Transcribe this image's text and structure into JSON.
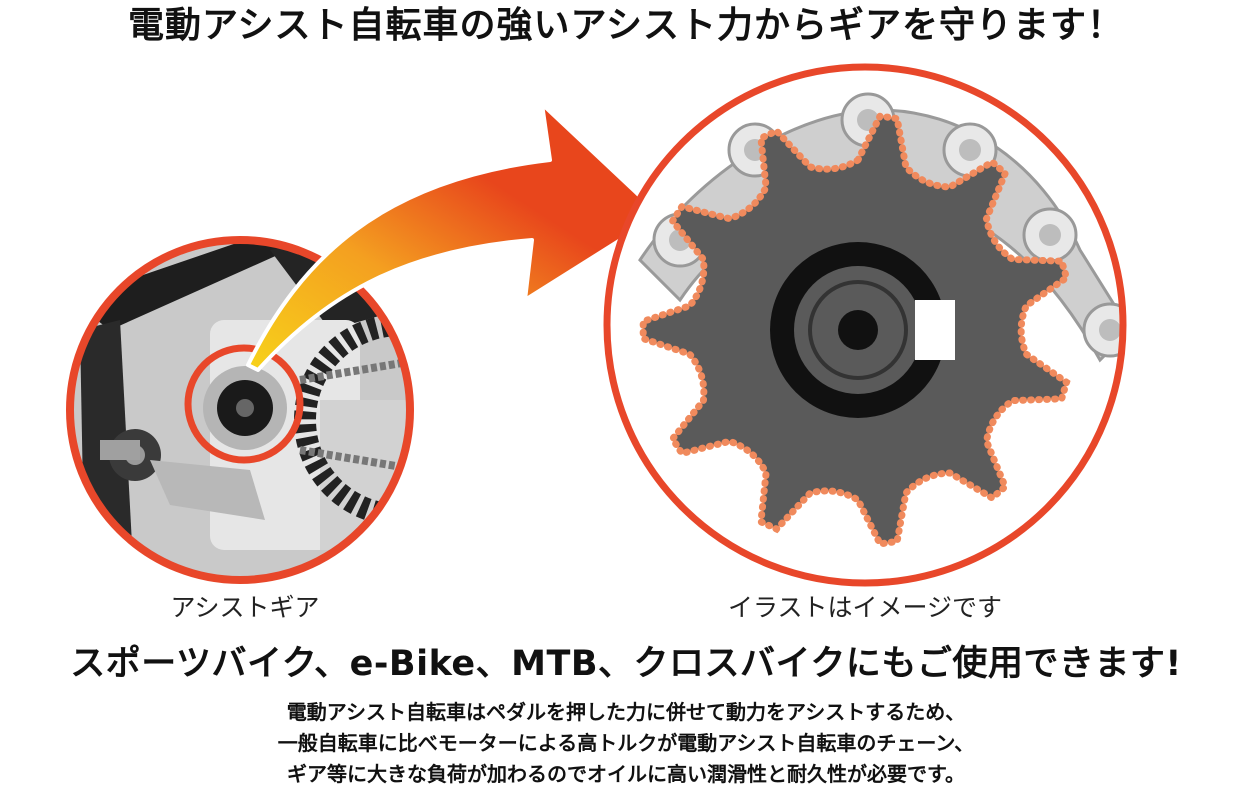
{
  "headline": "電動アシスト自転車の強いアシスト力からギアを守ります！",
  "captions": {
    "left": "アシストギア",
    "right": "イラストはイメージです"
  },
  "tagline": "スポーツバイク、e-Bike、MTB、クロスバイクにもご使用できます!",
  "description": [
    "電動アシスト自転車はペダルを押した力に併せて動力をアシストするため、",
    "一般自転車に比べモーターによる高トルクが電動アシスト自転車のチェーン、",
    "ギア等に大きな負荷が加わるのでオイルに高い潤滑性と耐久性が必要です。"
  ],
  "colors": {
    "accent": "#e8472a",
    "arrow_start": "#f7d21a",
    "arrow_end": "#e8461c",
    "gear": "#5a5a5a",
    "gear_hub": "#111111",
    "chain": "#cfcfcf",
    "oil_dots": "#f08a5d"
  }
}
